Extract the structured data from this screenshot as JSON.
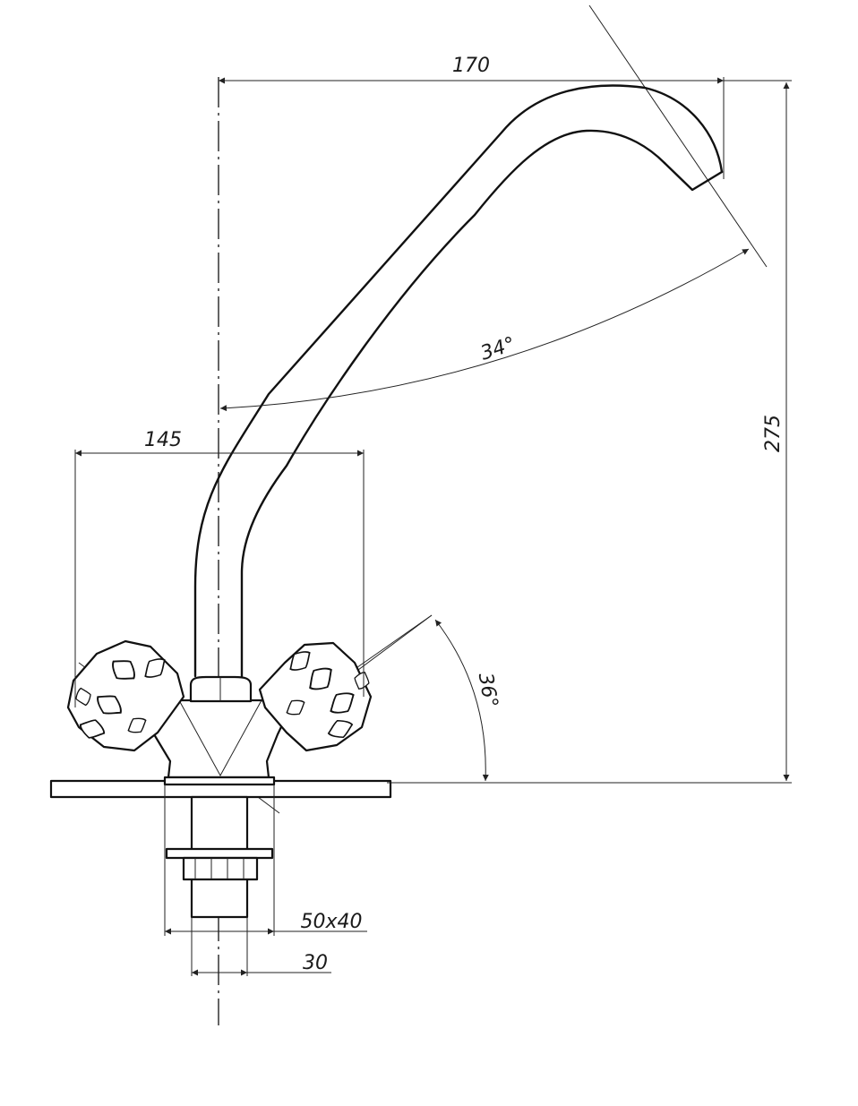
{
  "dimensions": {
    "spout_reach": "170",
    "handle_span": "145",
    "total_height": "275",
    "spout_swivel_angle": "34°",
    "handle_angle": "36°",
    "mount_plate": "50x40",
    "shank_diameter": "30"
  },
  "colors": {
    "line": "#111111",
    "background": "#ffffff"
  }
}
